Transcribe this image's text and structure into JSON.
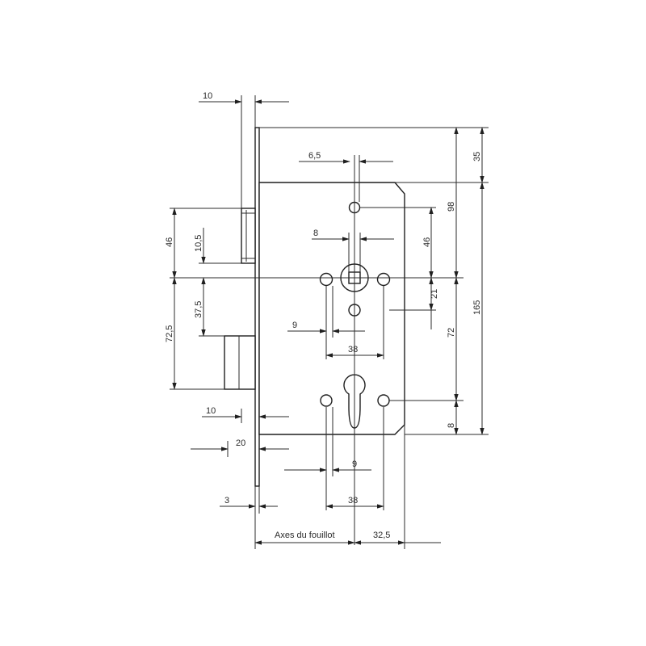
{
  "dimensions": {
    "top_10": "10",
    "d_6_5": "6,5",
    "d_8_spindle": "8",
    "d_46_left": "46",
    "d_10_5": "10,5",
    "d_37_5": "37,5",
    "d_72_5": "72,5",
    "d_9_upper": "9",
    "d_38_upper": "38",
    "d_10_lower": "10",
    "d_20": "20",
    "d_9_lower": "9",
    "d_3": "3",
    "d_38_lower": "38",
    "d_32_5": "32,5",
    "d_46_right": "46",
    "d_21": "21",
    "d_98": "98",
    "d_72_right": "72",
    "d_8_right": "8",
    "d_35": "35",
    "d_165": "165"
  },
  "caption": {
    "axes_label": "Axes du fouillot"
  },
  "colors": {
    "line": "#2b2b2b",
    "background": "#ffffff"
  }
}
